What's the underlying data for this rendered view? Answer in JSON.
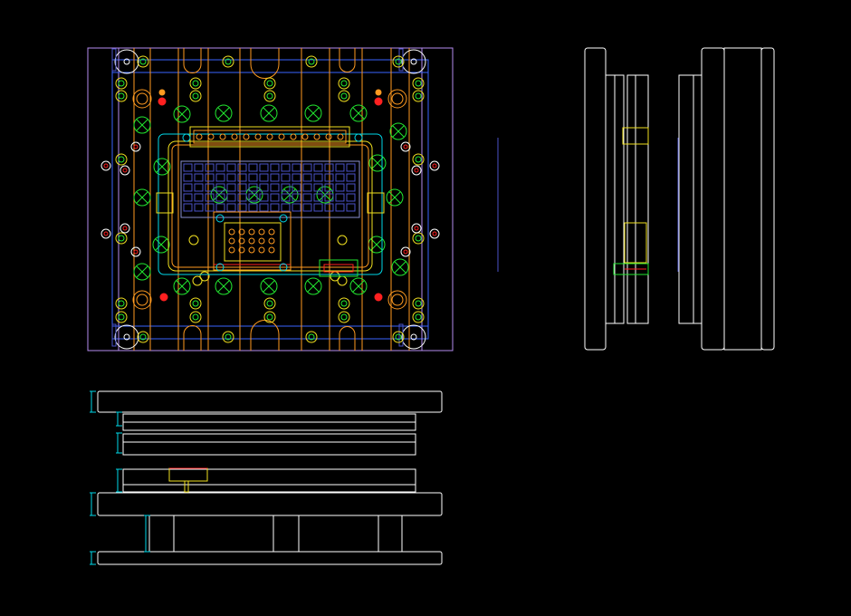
{
  "canvas": {
    "background": "#000000"
  },
  "palette": {
    "outline": "#ffffff",
    "frame": "#b48cf0",
    "blue": "#3a64ff",
    "green": "#22e830",
    "yellow": "#f0e020",
    "orange": "#ff9a20",
    "red": "#ff2020",
    "cyan": "#00d8e8",
    "navy": "#4a52c8",
    "slate": "#8a8fd0"
  },
  "views": [
    {
      "id": "top-view",
      "label": ""
    },
    {
      "id": "side-view",
      "label": ""
    },
    {
      "id": "front-section-view",
      "label": ""
    }
  ]
}
